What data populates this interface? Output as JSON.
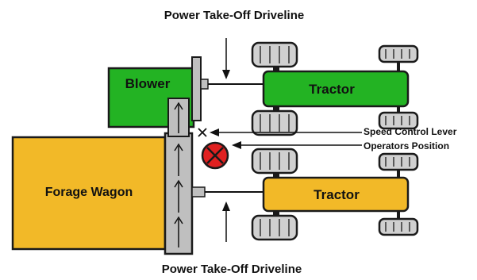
{
  "labels": {
    "pto_top": "Power Take-Off Driveline",
    "pto_bottom": "Power Take-Off Driveline",
    "speed_control": "Speed Control Lever",
    "operators_position": "Operators Position",
    "blower": "Blower",
    "tractor_top": "Tractor",
    "tractor_bottom": "Tractor",
    "forage_wagon": "Forage Wagon"
  },
  "colors": {
    "blower": "#23b323",
    "tractor_top": "#23b323",
    "tractor_bottom": "#f2b928",
    "forage_wagon": "#f2b928",
    "conveyor": "#bfbfbf",
    "tire": "#d0d0d0",
    "operator_marker": "#e02020"
  },
  "icons": {
    "speed_control_marker": "x-mark-icon",
    "operator_marker": "circle-x-icon"
  }
}
